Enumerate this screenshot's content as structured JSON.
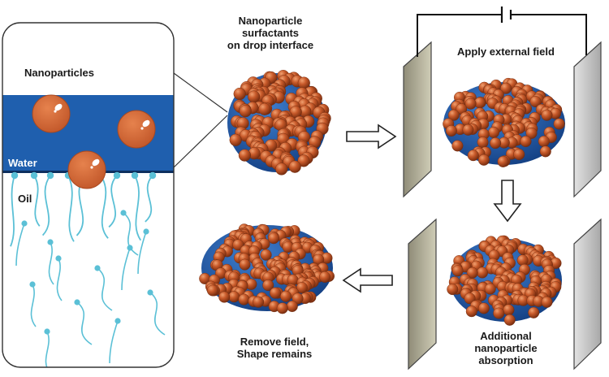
{
  "inset": {
    "nanoparticles_label": "Nanoparticles",
    "water_label": "Water",
    "oil_label": "Oil"
  },
  "stage1": {
    "label_line1": "Nanoparticle",
    "label_line2": "surfactants",
    "label_line3": "on drop interface"
  },
  "stage2": {
    "label": "Apply external field"
  },
  "stage3": {
    "label_line1": "Additional",
    "label_line2": "nanoparticle",
    "label_line3": "absorption"
  },
  "stage4": {
    "label_line1": "Remove field,",
    "label_line2": "Shape remains"
  },
  "colors": {
    "water": "#1f5fae",
    "water_dark": "#0d2f5e",
    "nanoparticle": "#c85a2a",
    "nanoparticle_highlight": "#e88a55",
    "surfactant": "#5bc0d6",
    "plate_left": "#b8b59f",
    "plate_right": "#c9c9c9"
  },
  "icons": [
    "battery-icon",
    "arrow-right-icon",
    "arrow-down-icon",
    "arrow-left-icon"
  ]
}
